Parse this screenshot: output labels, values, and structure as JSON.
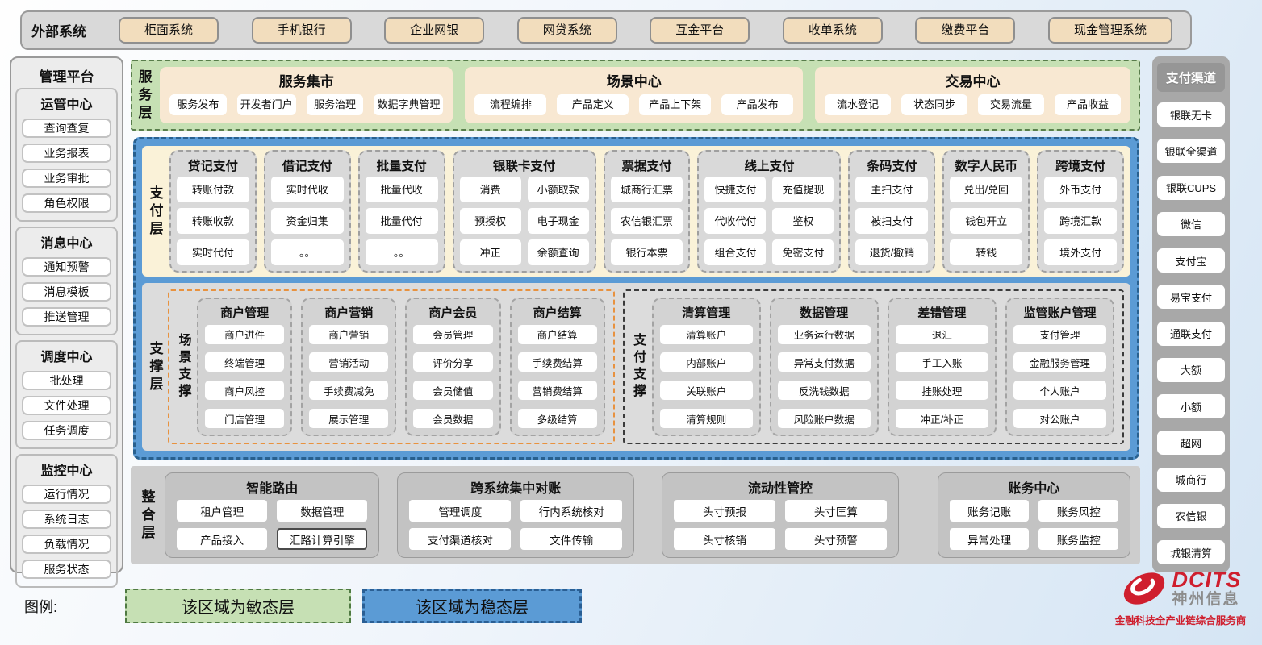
{
  "external_systems": {
    "title": "外部系统",
    "items": [
      "柜面系统",
      "手机银行",
      "企业网银",
      "网贷系统",
      "互金平台",
      "收单系统",
      "缴费平台",
      "现金管理系统"
    ]
  },
  "management_platform": {
    "title": "管理平台",
    "sections": [
      {
        "title": "运管中心",
        "items": [
          "查询查复",
          "业务报表",
          "业务审批",
          "角色权限"
        ]
      },
      {
        "title": "消息中心",
        "items": [
          "通知预警",
          "消息模板",
          "推送管理"
        ]
      },
      {
        "title": "调度中心",
        "items": [
          "批处理",
          "文件处理",
          "任务调度"
        ]
      },
      {
        "title": "监控中心",
        "items": [
          "运行情况",
          "系统日志",
          "负载情况",
          "服务状态"
        ]
      }
    ]
  },
  "service_layer": {
    "label": "服务层",
    "groups": [
      {
        "title": "服务集市",
        "items": [
          "服务发布",
          "开发者门户",
          "服务治理",
          "数据字典管理"
        ]
      },
      {
        "title": "场景中心",
        "items": [
          "流程编排",
          "产品定义",
          "产品上下架",
          "产品发布"
        ]
      },
      {
        "title": "交易中心",
        "items": [
          "流水登记",
          "状态同步",
          "交易流量",
          "产品收益"
        ]
      }
    ]
  },
  "payment_layer": {
    "label": "支付层",
    "columns": [
      {
        "title": "贷记支付",
        "cols": "1",
        "items": [
          "转账付款",
          "转账收款",
          "实时代付"
        ]
      },
      {
        "title": "借记支付",
        "cols": "1",
        "items": [
          "实时代收",
          "资金归集",
          "。。"
        ]
      },
      {
        "title": "批量支付",
        "cols": "1",
        "items": [
          "批量代收",
          "批量代付",
          "。。"
        ]
      },
      {
        "title": "银联卡支付",
        "cols": "2",
        "items": [
          "消费",
          "小额取款",
          "预授权",
          "电子现金",
          "冲正",
          "余额查询"
        ]
      },
      {
        "title": "票据支付",
        "cols": "1",
        "items": [
          "城商行汇票",
          "农信银汇票",
          "银行本票"
        ]
      },
      {
        "title": "线上支付",
        "cols": "2",
        "items": [
          "快捷支付",
          "充值提现",
          "代收代付",
          "鉴权",
          "组合支付",
          "免密支付"
        ]
      },
      {
        "title": "条码支付",
        "cols": "1",
        "items": [
          "主扫支付",
          "被扫支付",
          "退货/撤销"
        ]
      },
      {
        "title": "数字人民币",
        "cols": "1",
        "items": [
          "兑出/兑回",
          "钱包开立",
          "转钱"
        ]
      },
      {
        "title": "跨境支付",
        "cols": "1",
        "items": [
          "外币支付",
          "跨境汇款",
          "境外支付"
        ]
      }
    ]
  },
  "support_layer": {
    "label": "支撑层",
    "groups": [
      {
        "label": "场景支撑",
        "style": "orange",
        "columns": [
          {
            "title": "商户管理",
            "items": [
              "商户进件",
              "终端管理",
              "商户风控",
              "门店管理"
            ]
          },
          {
            "title": "商户营销",
            "items": [
              "商户营销",
              "营销活动",
              "手续费减免",
              "展示管理"
            ]
          },
          {
            "title": "商户会员",
            "items": [
              "会员管理",
              "评价分享",
              "会员储值",
              "会员数据"
            ]
          },
          {
            "title": "商户结算",
            "items": [
              "商户结算",
              "手续费结算",
              "营销费结算",
              "多级结算"
            ]
          }
        ]
      },
      {
        "label": "支付支撑",
        "style": "dark",
        "columns": [
          {
            "title": "清算管理",
            "items": [
              "清算账户",
              "内部账户",
              "关联账户",
              "清算规则"
            ]
          },
          {
            "title": "数据管理",
            "items": [
              "业务运行数据",
              "异常支付数据",
              "反洗钱数据",
              "风险账户数据"
            ]
          },
          {
            "title": "差错管理",
            "items": [
              "退汇",
              "手工入账",
              "挂账处理",
              "冲正/补正"
            ]
          },
          {
            "title": "监管账户管理",
            "items": [
              "支付管理",
              "金融服务管理",
              "个人账户",
              "对公账户"
            ]
          }
        ]
      }
    ]
  },
  "integration_layer": {
    "label": "整合层",
    "groups": [
      {
        "title": "智能路由",
        "items": [
          "租户管理",
          "数据管理",
          "产品接入",
          "汇路计算引擎"
        ]
      },
      {
        "title": "跨系统集中对账",
        "items": [
          "管理调度",
          "行内系统核对",
          "支付渠道核对",
          "文件传输"
        ]
      },
      {
        "title": "流动性管控",
        "items": [
          "头寸预报",
          "头寸匡算",
          "头寸核销",
          "头寸预警"
        ]
      },
      {
        "title": "账务中心",
        "items": [
          "账务记账",
          "账务风控",
          "异常处理",
          "账务监控"
        ]
      }
    ]
  },
  "payment_channels": {
    "title": "支付渠道",
    "items": [
      "银联无卡",
      "银联全渠道",
      "银联CUPS",
      "微信",
      "支付宝",
      "易宝支付",
      "通联支付",
      "大额",
      "小额",
      "超网",
      "城商行",
      "农信银",
      "城银清算"
    ]
  },
  "legend": {
    "label": "图例:",
    "agile": "该区域为敏态层",
    "stable": "该区域为稳态层"
  },
  "logo": {
    "brand": "DCITS",
    "name": "神州信息",
    "tagline": "金融科技全产业链综合服务商"
  },
  "colors": {
    "agile_green": "#c6e0b4",
    "stable_blue": "#5b9bd5",
    "panel_cream": "#faf2d8",
    "panel_gray": "#d9d9d9",
    "tan_button": "#f2ddbd",
    "brand_red": "#cf1f2e"
  }
}
